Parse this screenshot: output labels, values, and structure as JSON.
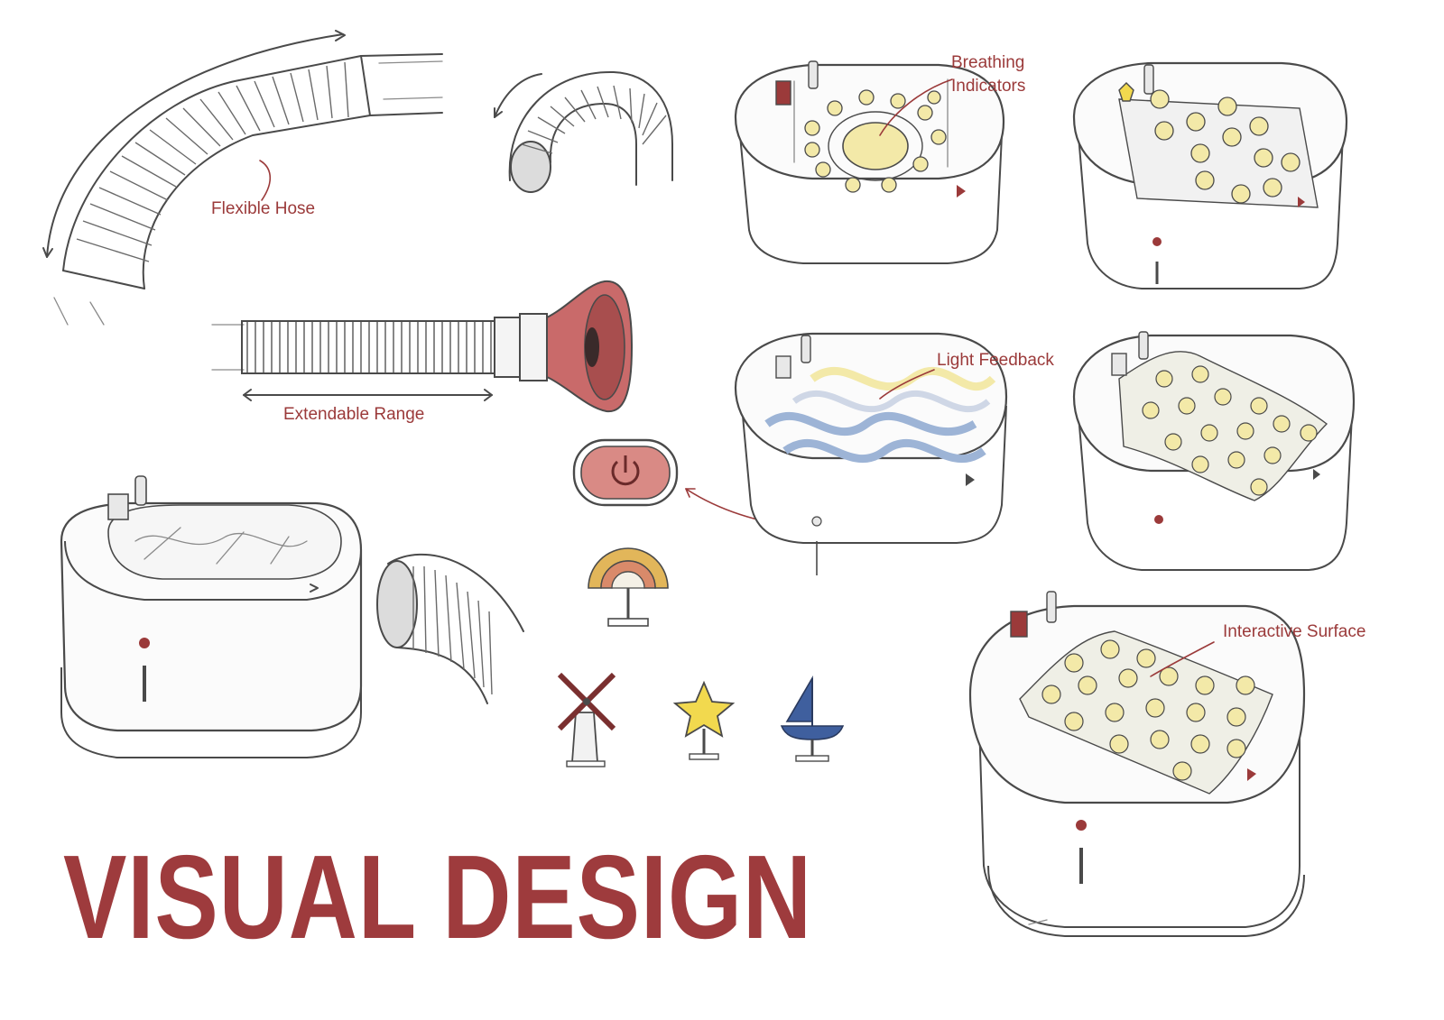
{
  "title": "VISUAL DESIGN",
  "labels": {
    "flexible_hose": "Flexible  Hose",
    "extendable_range": "Extendable Range",
    "breathing_indicators_line1": "Breathing",
    "breathing_indicators_line2": "Indicators",
    "light_feedback": "Light Feedback",
    "interactive_surface": "Interactive Surface"
  },
  "colors": {
    "accent": "#9e3b3d",
    "light_yellow": "#f3e9a8",
    "mouthpiece": "#c96a6a",
    "power_button": "#d98a85",
    "star": "#f2d94e",
    "boat": "#3f5f9e",
    "wave_blue": "#9db4d6"
  },
  "icons": [
    "windmill-icon",
    "star-icon",
    "sailboat-icon",
    "rainbow-icon",
    "power-icon"
  ]
}
